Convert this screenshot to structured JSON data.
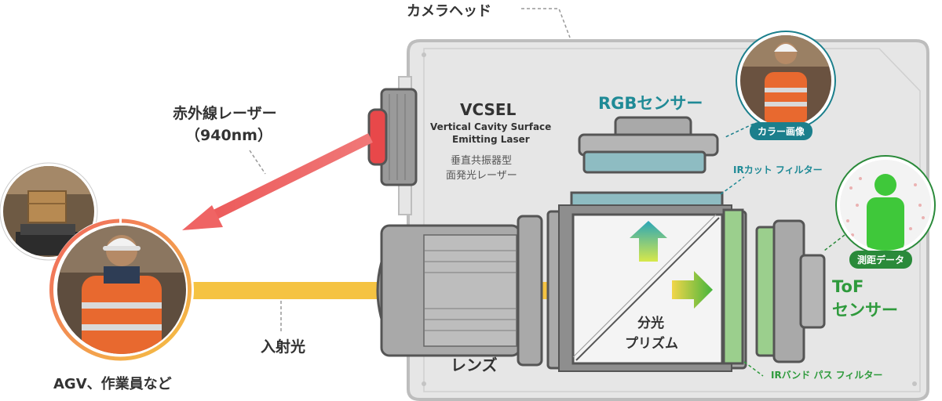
{
  "camera_head": "カメラヘッド",
  "vcsel": {
    "title": "VCSEL",
    "subtitle_line1": "Vertical Cavity Surface",
    "subtitle_line2": "Emitting Laser",
    "jp_line1": "垂直共振器型",
    "jp_line2": "面発光レーザー"
  },
  "ir_laser": {
    "line1": "赤外線レーザー",
    "line2": "（940nm）"
  },
  "rgb_sensor": "RGBセンサー",
  "color_image": "カラー画像",
  "ir_cut_filter": "IRカット フィルター",
  "depth_data": "測距データ",
  "tof_sensor": {
    "line1": "ToF",
    "line2": "センサー"
  },
  "prism": {
    "line1": "分光",
    "line2": "プリズム"
  },
  "lens": "レンズ",
  "incident_light": "入射光",
  "ir_band_filter": "IRバンド パス フィルター",
  "target": "AGV、作業員など",
  "colors": {
    "laser": "#ef6464",
    "incident": "#f5c342",
    "rgb_teal": "#1f8a96",
    "tof_green": "#2e9a3c",
    "housing": "#e6e6e6",
    "pill_teal": "#1b7f8c",
    "pill_green": "#2a8a3a"
  }
}
